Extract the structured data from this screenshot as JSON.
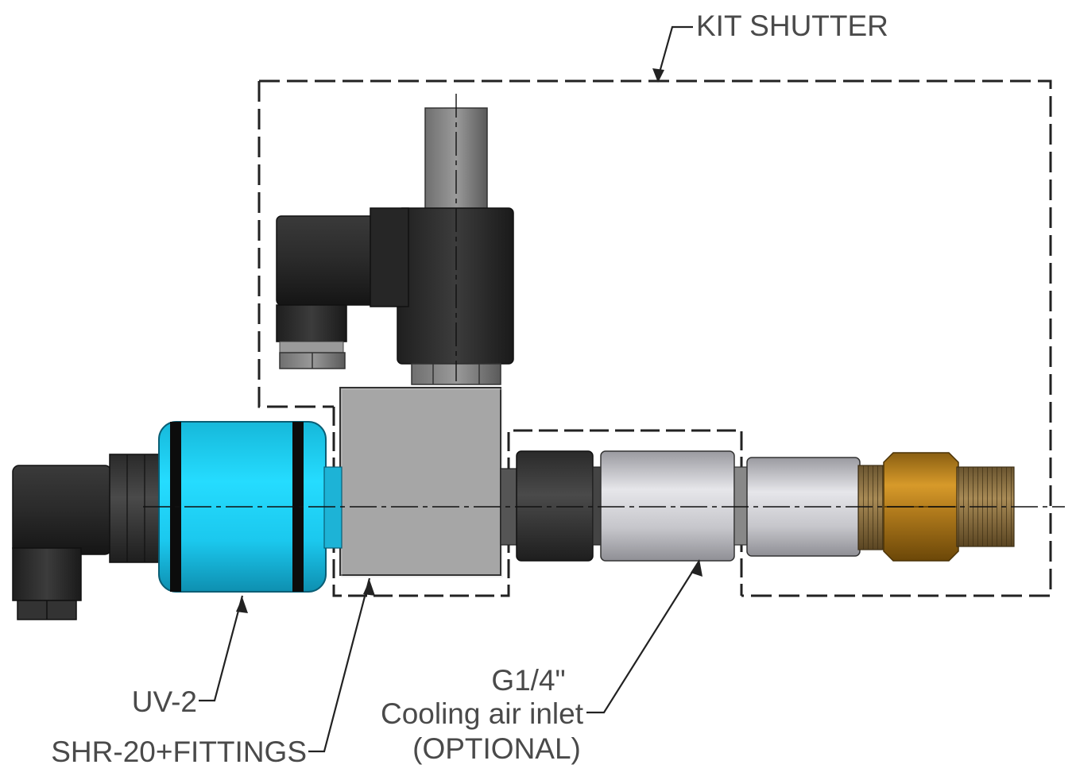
{
  "labels": {
    "kit_shutter": "KIT SHUTTER",
    "uv2": "UV-2",
    "shr20": "SHR-20+FITTINGS",
    "g14": "G1/4\"",
    "cooling": "Cooling air inlet",
    "optional": "(OPTIONAL)"
  },
  "colors": {
    "uv_body": "#1fd3f5",
    "valve_black": "#2b2b2b",
    "steel": "#a8a8a8",
    "silver": "#d0d0d4",
    "brass": "#b8862a",
    "line": "#2a2a2a"
  }
}
